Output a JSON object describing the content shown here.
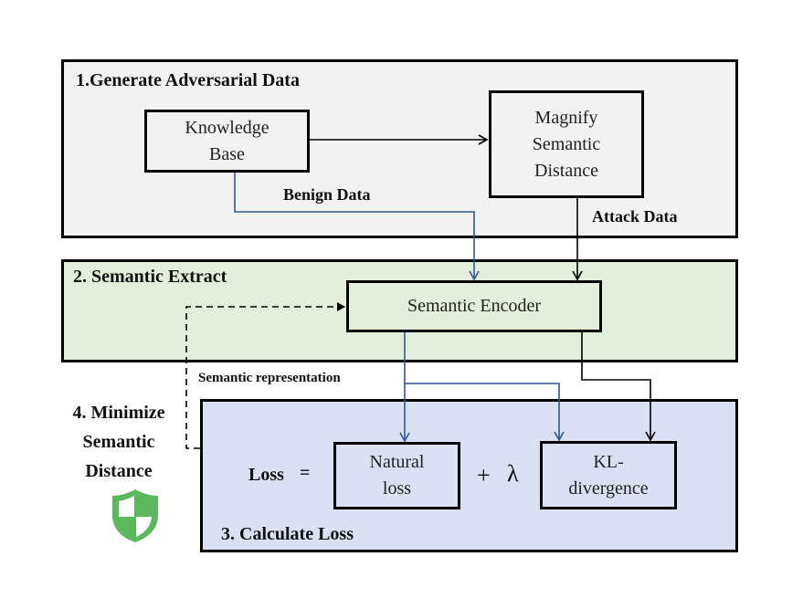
{
  "panels": {
    "generate": {
      "title": "1.Generate Adversarial Data"
    },
    "extract": {
      "title": "2. Semantic Extract"
    },
    "calculate": {
      "title": "3. Calculate Loss"
    },
    "minimize": {
      "title_line1": "4. Minimize",
      "title_line2": "Semantic",
      "title_line3": "Distance"
    }
  },
  "nodes": {
    "knowledge_base": {
      "line1": "Knowledge",
      "line2": "Base"
    },
    "magnify": {
      "line1": "Magnify",
      "line2": "Semantic",
      "line3": "Distance"
    },
    "encoder": {
      "label": "Semantic Encoder"
    },
    "natural_loss": {
      "line1": "Natural",
      "line2": "loss"
    },
    "kl_divergence": {
      "line1": "KL-",
      "line2": "divergence"
    }
  },
  "edge_labels": {
    "benign": "Benign Data",
    "attack": "Attack Data",
    "representation": "Semantic representation"
  },
  "formula": {
    "lhs": "Loss",
    "equals": "=",
    "plus": "+",
    "lambda": "λ"
  },
  "colors": {
    "benign_arrow": "#2f5597",
    "attack_arrow": "#000000",
    "shield": "#5cb85c",
    "panel1_bg": "#f2f2f2",
    "panel2_bg": "#e2efda",
    "panel3_bg": "#d9e1f2"
  },
  "icons": {
    "shield": "shield-check-icon"
  }
}
